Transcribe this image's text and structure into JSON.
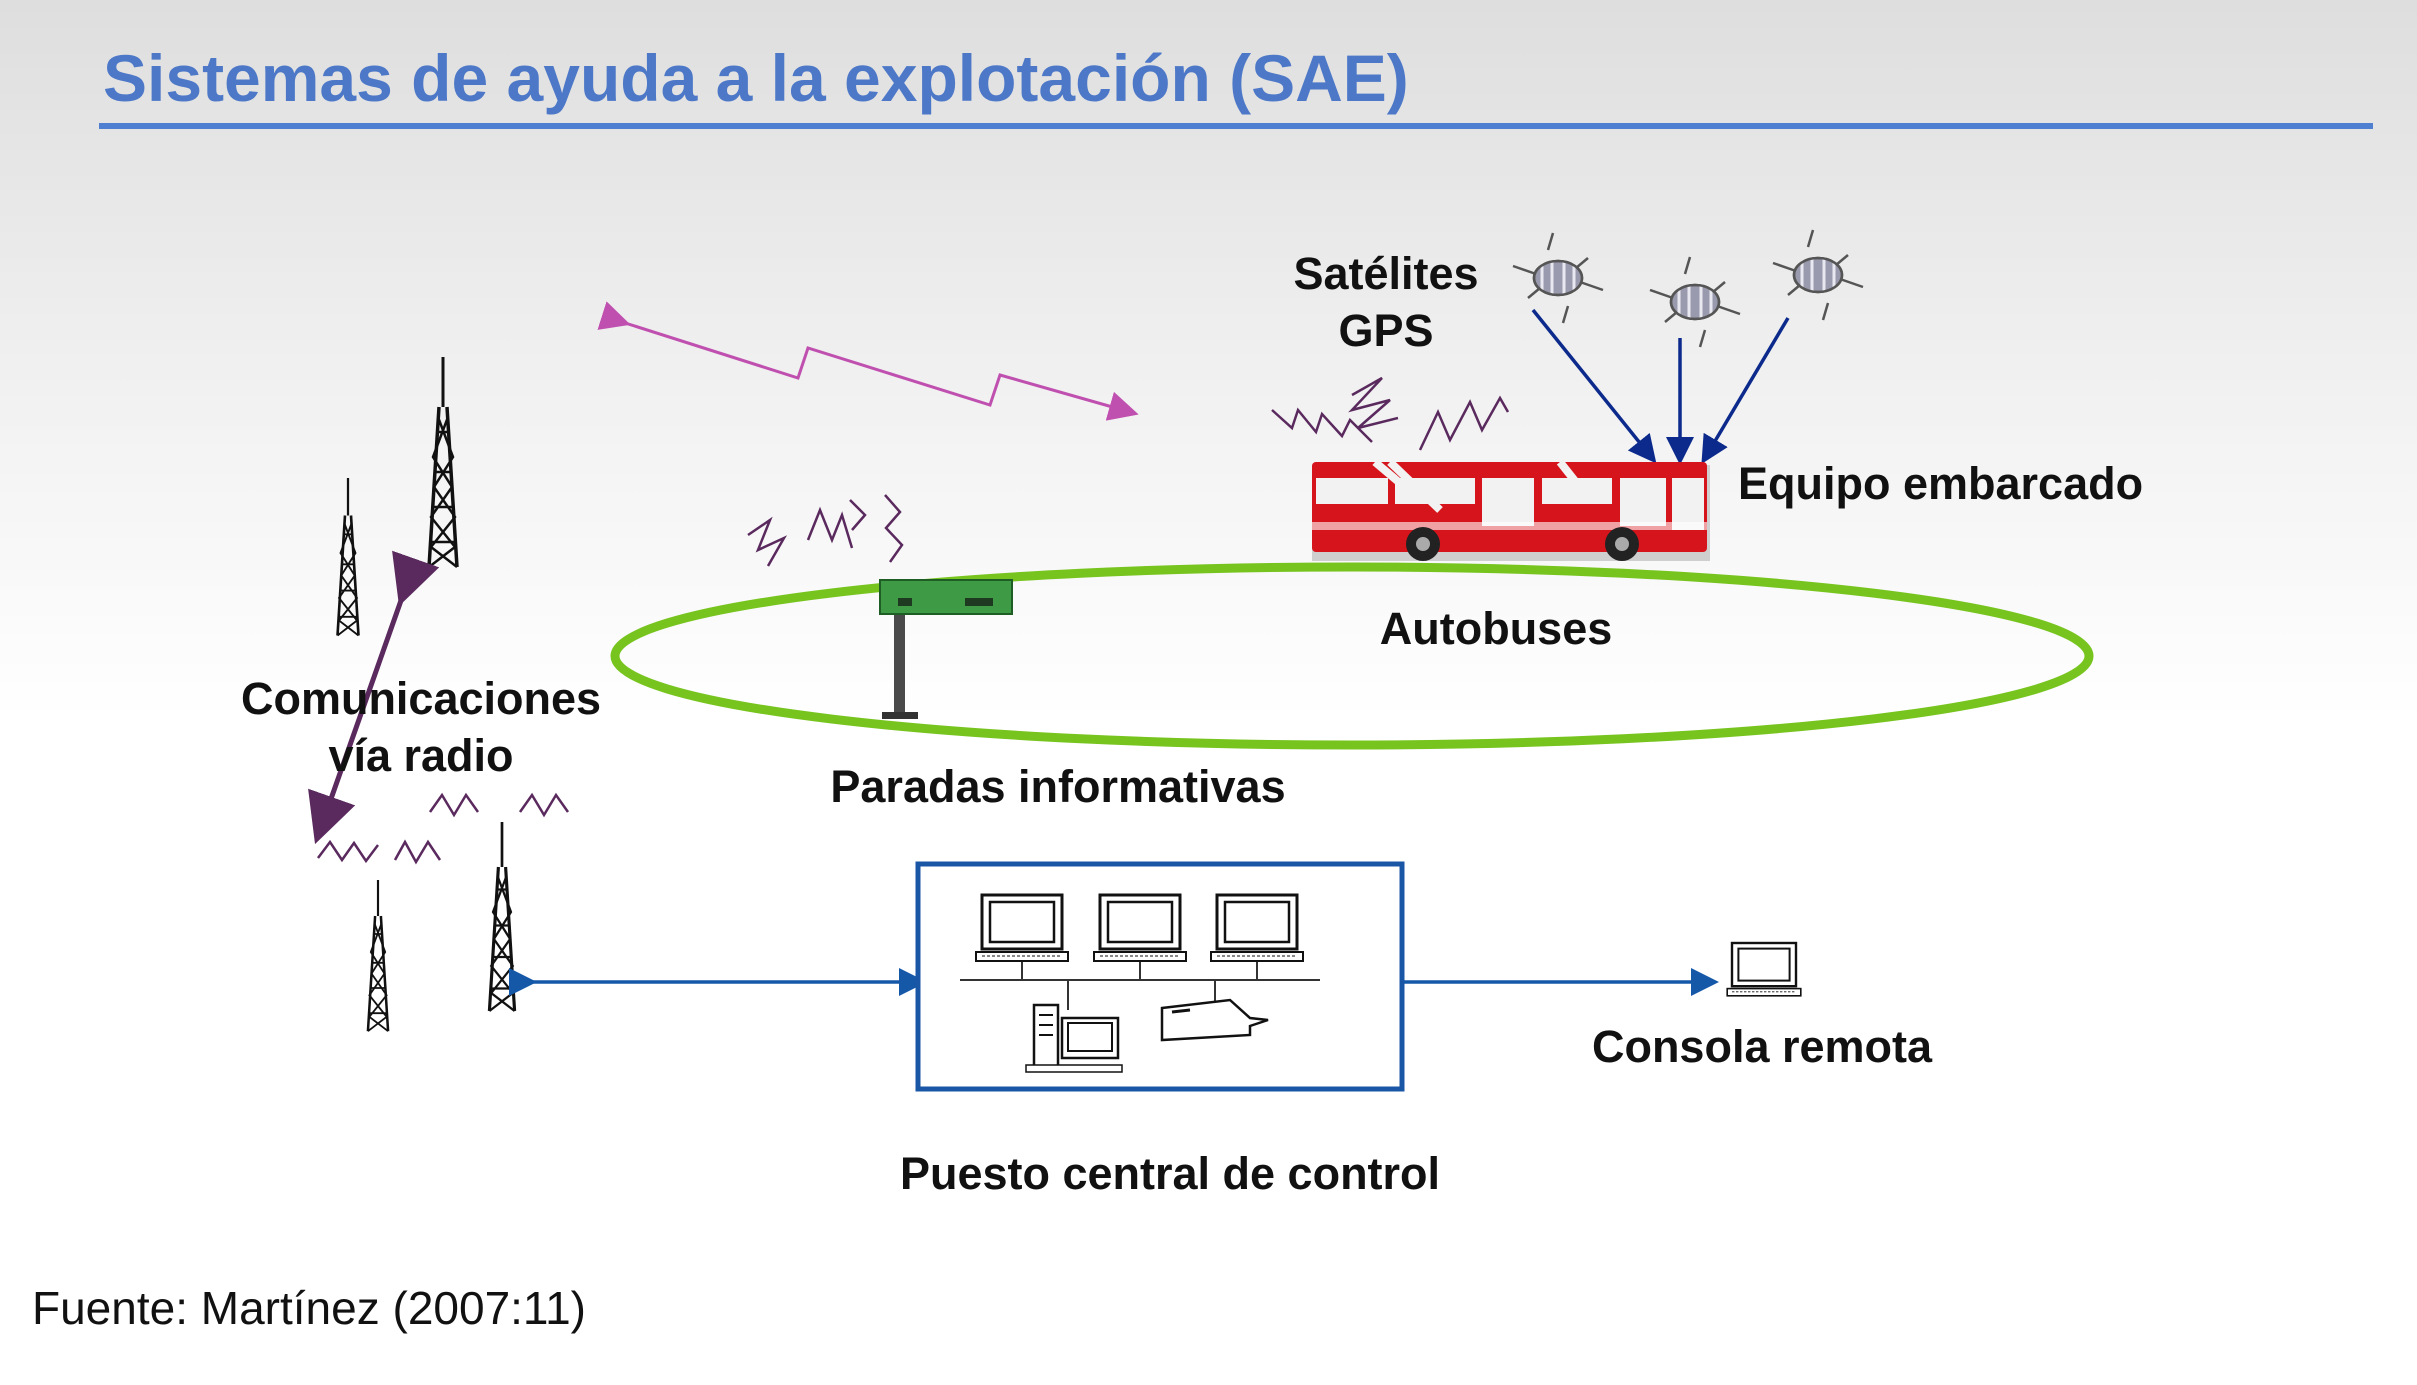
{
  "title": "Sistemas de ayuda a la explotación (SAE)",
  "labels": {
    "satellites": "Satélites\nGPS",
    "onboard": "Equipo embarcado",
    "buses": "Autobuses",
    "radio": "Comunicaciones\nvía radio",
    "stops": "Paradas informativas",
    "control_center": "Puesto central de control",
    "remote_console": "Consola remota"
  },
  "source": "Fuente: Martínez (2007:11)",
  "colors": {
    "title": "#4d78c8",
    "bus": "#d6141c",
    "bus_loop": "#77c41f",
    "radio_arrow": "#5a2a5e",
    "wireless_link": "#c050b0",
    "gps_arrow": "#0b2a8c",
    "network_arrow": "#1558a8",
    "control_box": "#1a56a6"
  }
}
